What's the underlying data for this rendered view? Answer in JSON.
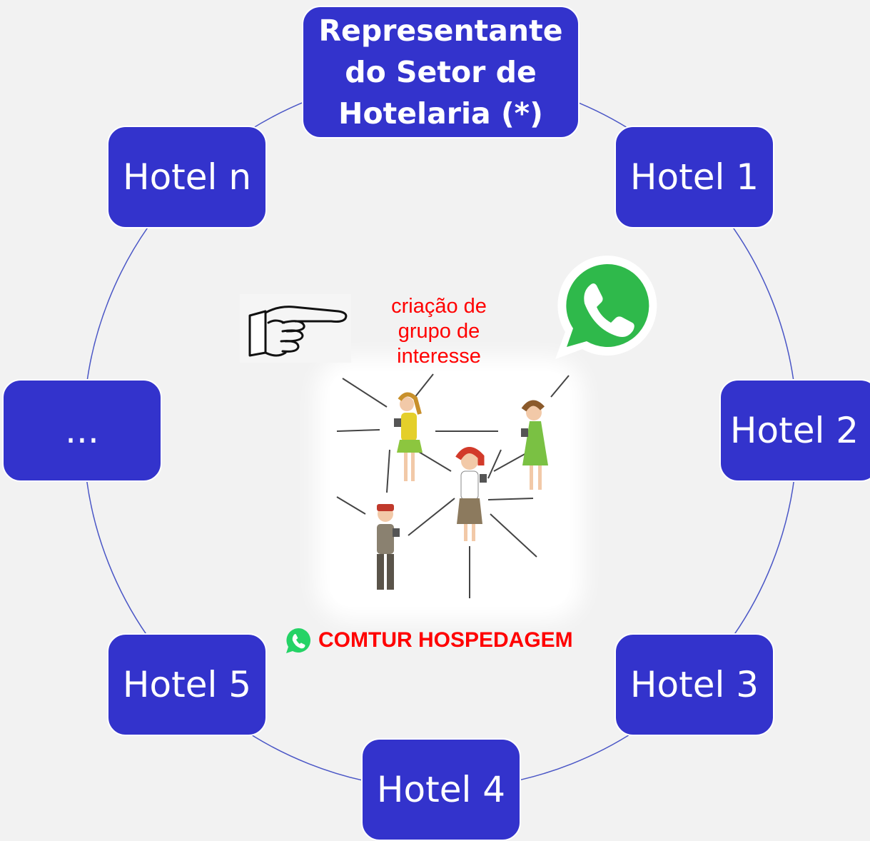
{
  "diagram": {
    "center_node": {
      "label": "Representante do Setor de Hotelaria (*)"
    },
    "nodes": [
      {
        "id": "hotel-1",
        "label": "Hotel 1"
      },
      {
        "id": "hotel-2",
        "label": "Hotel 2"
      },
      {
        "id": "hotel-3",
        "label": "Hotel 3"
      },
      {
        "id": "hotel-4",
        "label": "Hotel 4"
      },
      {
        "id": "hotel-5",
        "label": "Hotel 5"
      },
      {
        "id": "ellipsis",
        "label": "..."
      },
      {
        "id": "hotel-n",
        "label": "Hotel n"
      }
    ],
    "caption": "criação de grupo de interesse",
    "group_name": "COMTUR HOSPEDAGEM",
    "icons": [
      "pointing-hand-icon",
      "whatsapp-icon"
    ],
    "colors": {
      "node_fill": "#3333cc",
      "ring": "#4a56c6",
      "caption": "#ff0000",
      "whatsapp": "#25d366",
      "background": "#f2f2f2"
    }
  }
}
